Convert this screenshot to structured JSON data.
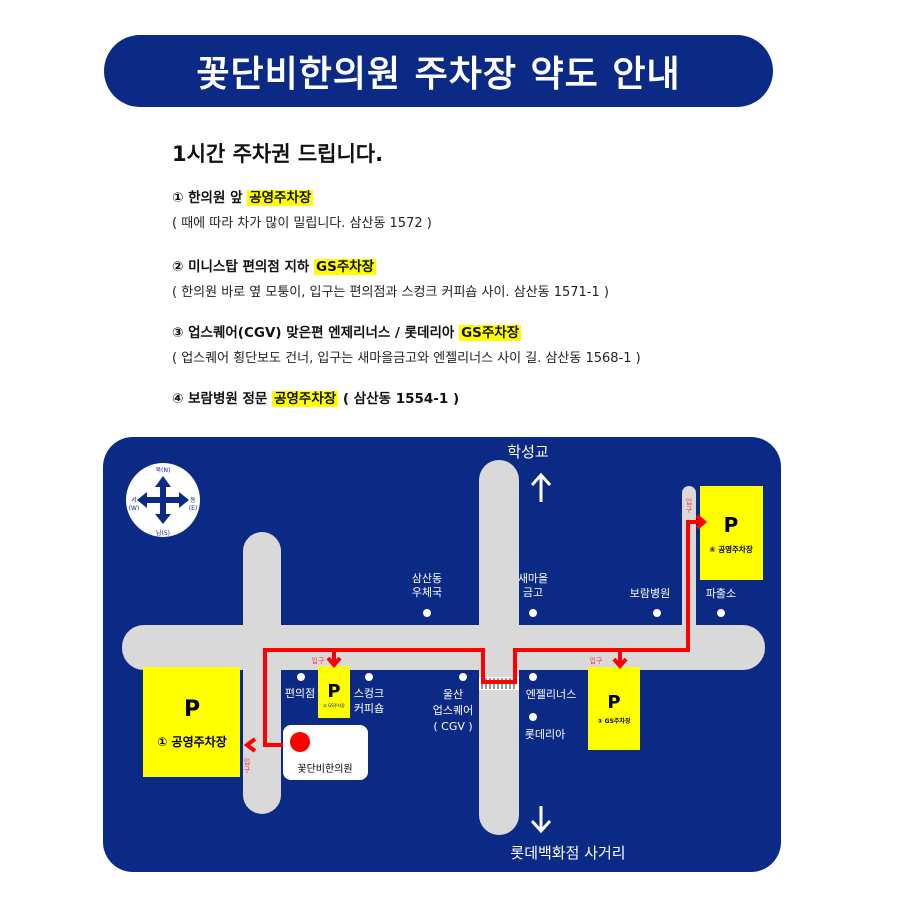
{
  "title": "꽃단비한의원 주차장 약도 안내",
  "subtitle": "1시간 주차권 드립니다.",
  "items": [
    {
      "head": "① 한의원 앞 ",
      "highlight": "공영주차장",
      "tail": "",
      "sub": "( 때에 따라 차가 많이 밀립니다.  삼산동 1572 )"
    },
    {
      "head": "② 미니스탑 편의점 지하 ",
      "highlight": "GS주차장",
      "tail": "",
      "sub": "( 한의원 바로 옆 모퉁이, 입구는 편의점과 스컹크 커피숍 사이.  삼산동 1571-1 )"
    },
    {
      "head": "③ 업스퀘어(CGV) 맞은편 엔제리너스 / 롯데리아 ",
      "highlight": "GS주차장",
      "tail": "",
      "sub": "( 업스퀘어 횡단보도 건너, 입구는 새마을금고와 엔젤리너스 사이 길.  삼산동 1568-1 )"
    },
    {
      "head": "④ 보람병원 정문 ",
      "highlight": "공영주차장",
      "tail": " ( 삼산동 1554-1 )",
      "sub": ""
    }
  ],
  "map": {
    "compass": {
      "n": "북(N)",
      "s": "남(S)",
      "w1": "서",
      "w2": "(W)",
      "e1": "동",
      "e2": "(E)"
    },
    "north_label": "학성교",
    "south_label": "롯데백화점 사거리",
    "landmarks": {
      "post1": "삼산동",
      "post2": "우체국",
      "bank1": "새마을",
      "bank2": "금고",
      "hospital": "보람병원",
      "police": "파출소",
      "store": "편의점",
      "coffee1": "스컹크",
      "coffee2": "커피숍",
      "cgv1": "울산",
      "cgv2": "업스퀘어",
      "cgv3": "( CGV )",
      "angel": "엔젤리너스",
      "lotteria": "롯데리아"
    },
    "clinic": "꽃단비한의원",
    "entrance": "입구",
    "entrance_v1": "입",
    "entrance_v2": "구",
    "parking": [
      {
        "p": "P",
        "label": "① 공영주차장"
      },
      {
        "p": "P",
        "label": "② GS주차장"
      },
      {
        "p": "P",
        "label": "③ GS주차장"
      },
      {
        "p": "P",
        "label": "④ 공영주차장"
      }
    ]
  },
  "colors": {
    "navy": "#0b2a86",
    "road": "#d9d9d9",
    "parking": "#ffff00",
    "route": "#ff0000"
  }
}
